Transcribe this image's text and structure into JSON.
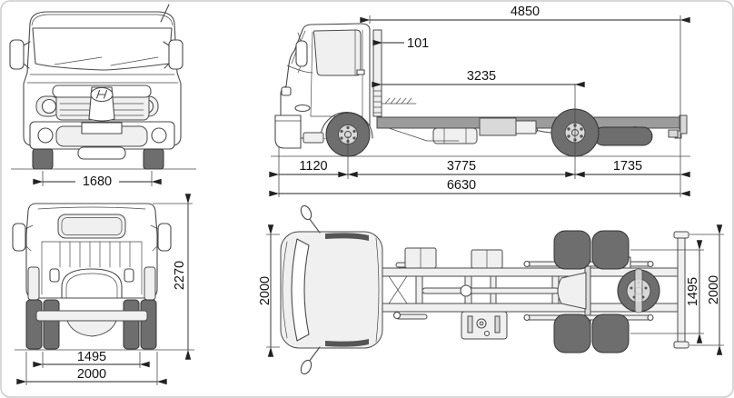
{
  "drawing_type": "truck-chassis-dimension-drawing",
  "brand_logo": "hyundai-logo",
  "colors": {
    "background": "#ffffff",
    "border": "#cccccc",
    "line": "#4a4a4a",
    "dim_line": "#222222",
    "text": "#111111",
    "tire": "#6e6e6e",
    "frame": "#9c9c9c",
    "panel_light": "#f0f0f0",
    "metal_mid": "#d9d9d9"
  },
  "views": {
    "front": {
      "track_width": "1680"
    },
    "side": {
      "rear_body_space": "4850",
      "cab_back_clearance": "101",
      "cab_to_rear_axle": "3235",
      "front_overhang": "1120",
      "wheelbase": "3775",
      "rear_overhang": "1735",
      "overall_length": "6630"
    },
    "rear": {
      "overall_height": "2270",
      "rear_track": "1495",
      "overall_width": "2000"
    },
    "top": {
      "cab_width": "2000",
      "rear_track": "1495",
      "rear_frame_width": "2000"
    }
  }
}
